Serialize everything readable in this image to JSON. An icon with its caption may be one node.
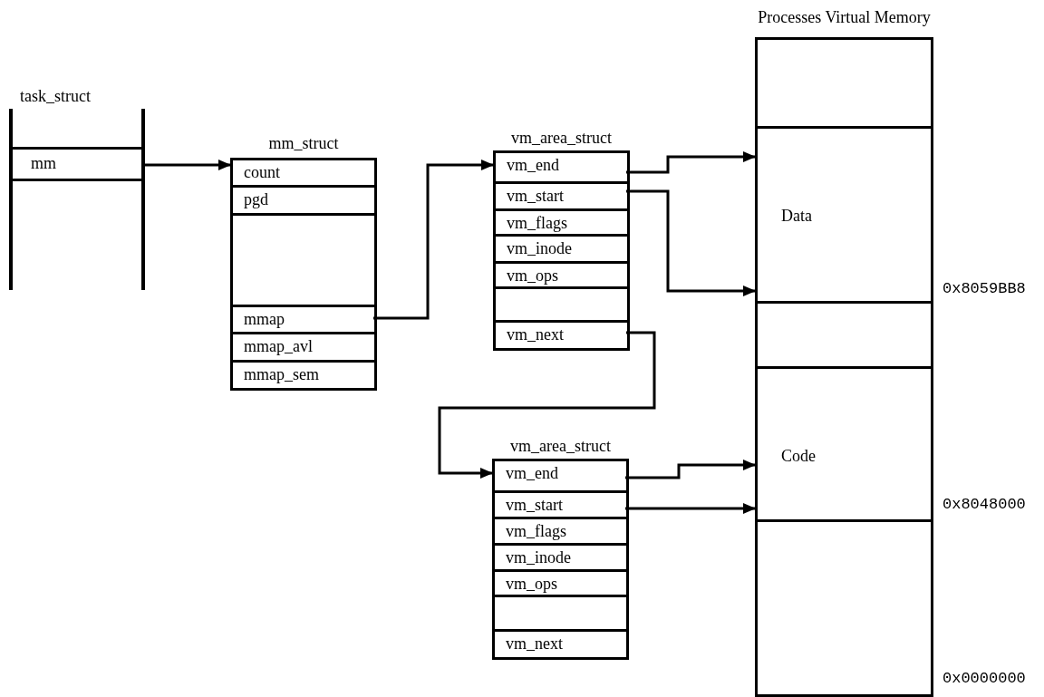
{
  "diagram": {
    "nodes": [
      {
        "text": [
          "task_struct"
        ]
      },
      {
        "text": [
          "mm"
        ],
        "in": 0
      },
      {
        "text": [
          "mm_struct"
        ]
      },
      {
        "text": [
          "count"
        ],
        "in": 2
      },
      {
        "text": [
          "pgd"
        ],
        "in": 2
      },
      {
        "text": [],
        "shape": "box",
        "in": 2
      },
      {
        "text": [
          "mmap"
        ],
        "in": 2
      },
      {
        "text": [
          "mmap_avl"
        ],
        "in": 2
      },
      {
        "text": [
          "mmap_sem"
        ],
        "in": 2
      },
      {
        "text": [
          "vm_area_struct"
        ]
      },
      {
        "text": [
          "vm_end"
        ],
        "in": 9
      },
      {
        "text": [
          "vm_start"
        ],
        "in": 9
      },
      {
        "text": [
          "vm_flags"
        ],
        "in": 9
      },
      {
        "text": [
          "vm_inode"
        ],
        "in": 9
      },
      {
        "text": [
          "vm_ops"
        ],
        "in": 9
      },
      {
        "text": [],
        "shape": "box",
        "in": 9
      },
      {
        "text": [
          "vm_next"
        ],
        "in": 9
      },
      {
        "text": [
          "vm_area_struct"
        ]
      },
      {
        "text": [
          "vm_end"
        ],
        "in": 17
      },
      {
        "text": [
          "vm_start"
        ],
        "in": 17
      },
      {
        "text": [
          "vm_flags"
        ],
        "in": 17
      },
      {
        "text": [
          "vm_inode"
        ],
        "in": 17
      },
      {
        "text": [
          "vm_ops"
        ],
        "in": 17
      },
      {
        "text": [],
        "shape": "box",
        "in": 17
      },
      {
        "text": [
          "vm_next"
        ],
        "in": 17
      },
      {
        "text": [
          "Processes Virtual Memory"
        ]
      },
      {
        "text": [],
        "shape": "box",
        "in": 25
      },
      {
        "text": [
          "Data"
        ],
        "in": 25
      },
      {
        "text": [],
        "shape": "box",
        "in": 25
      },
      {
        "text": [
          "Code"
        ],
        "in": 25
      },
      {
        "text": [],
        "shape": "box",
        "in": 25
      }
    ],
    "edges": [
      {
        "from": 1,
        "to": 2,
        "arrow": "to"
      },
      {
        "from": 6,
        "to": 9,
        "arrow": "to"
      },
      {
        "from": 10,
        "to": 27,
        "arrow": "to"
      },
      {
        "from": 11,
        "to": 27,
        "arrow": "to"
      },
      {
        "from": 16,
        "to": 17,
        "arrow": "to"
      },
      {
        "from": 18,
        "to": 29,
        "arrow": "to"
      },
      {
        "from": 19,
        "to": 29,
        "arrow": "to"
      }
    ],
    "labels": [
      "0x8059BB8",
      "0x8048000",
      "0x0000000"
    ]
  }
}
